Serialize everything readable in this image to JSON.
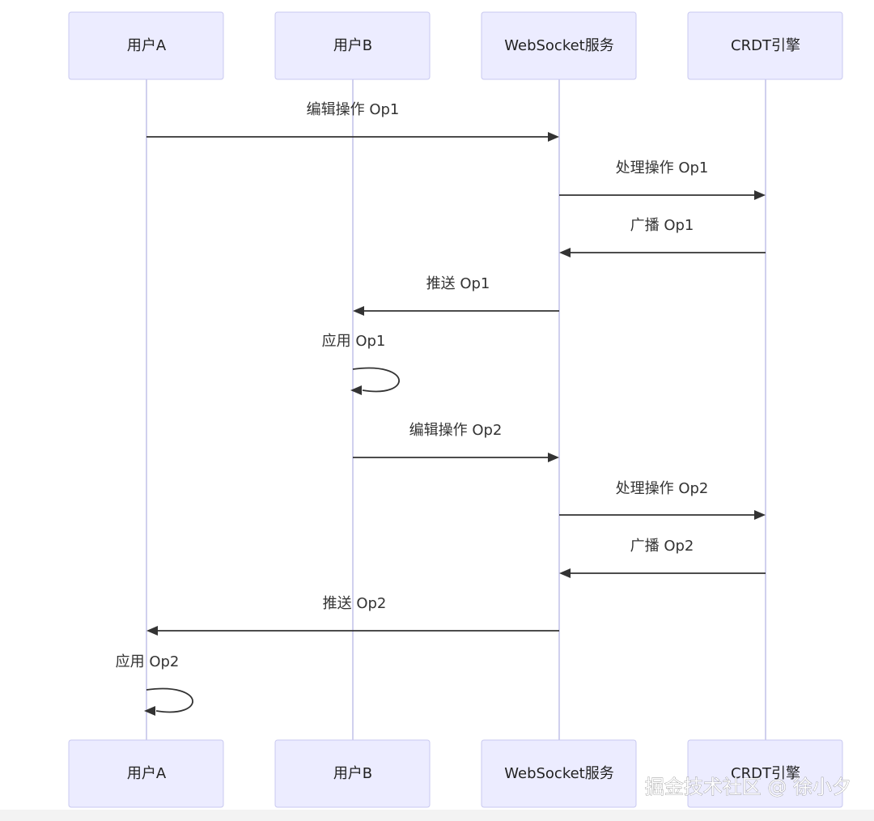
{
  "actors": [
    {
      "id": "userA",
      "label": "用户A"
    },
    {
      "id": "userB",
      "label": "用户B"
    },
    {
      "id": "ws",
      "label": "WebSocket服务"
    },
    {
      "id": "crdt",
      "label": "CRDT引擎"
    }
  ],
  "messages": [
    {
      "from": "userA",
      "to": "ws",
      "label": "编辑操作 Op1"
    },
    {
      "from": "ws",
      "to": "crdt",
      "label": "处理操作 Op1"
    },
    {
      "from": "crdt",
      "to": "ws",
      "label": "广播 Op1"
    },
    {
      "from": "ws",
      "to": "userB",
      "label": "推送 Op1"
    },
    {
      "from": "userB",
      "to": "userB",
      "label": "应用 Op1"
    },
    {
      "from": "userB",
      "to": "ws",
      "label": "编辑操作 Op2"
    },
    {
      "from": "ws",
      "to": "crdt",
      "label": "处理操作 Op2"
    },
    {
      "from": "crdt",
      "to": "ws",
      "label": "广播 Op2"
    },
    {
      "from": "ws",
      "to": "userA",
      "label": "推送 Op2"
    },
    {
      "from": "userA",
      "to": "userA",
      "label": "应用 Op2"
    }
  ],
  "watermark": "掘金技术社区 @ 徐小夕",
  "colors": {
    "actor_fill": "#ececff",
    "actor_stroke": "#c9c9f0",
    "lifeline": "#d0d0ee",
    "arrow": "#333333"
  }
}
